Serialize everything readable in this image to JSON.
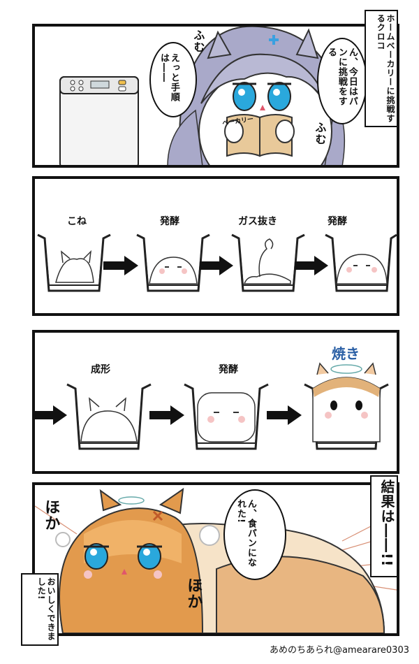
{
  "panel1": {
    "caption": "ホームベーカリーに挑戦するクロコ",
    "speech_right": "ん、今日はパンに挑戦をする",
    "speech_left": "えっと手順は――",
    "sfx_top": "ふむ",
    "sfx_bottom": "ふむ",
    "book_label": "ベーカリー"
  },
  "panel2": {
    "steps": [
      "こね",
      "発酵",
      "ガス抜き",
      "発酵"
    ]
  },
  "panel3": {
    "steps": [
      "成形",
      "発酵",
      "焼き"
    ]
  },
  "panel4": {
    "caption_right": "結果は――!!",
    "speech": "ん、食パンになれた!",
    "caption_left": "おいしくできました!",
    "sfx_1": "ほか",
    "sfx_2": "ほか"
  },
  "credit": "あめのちあられ@amearare0303"
}
